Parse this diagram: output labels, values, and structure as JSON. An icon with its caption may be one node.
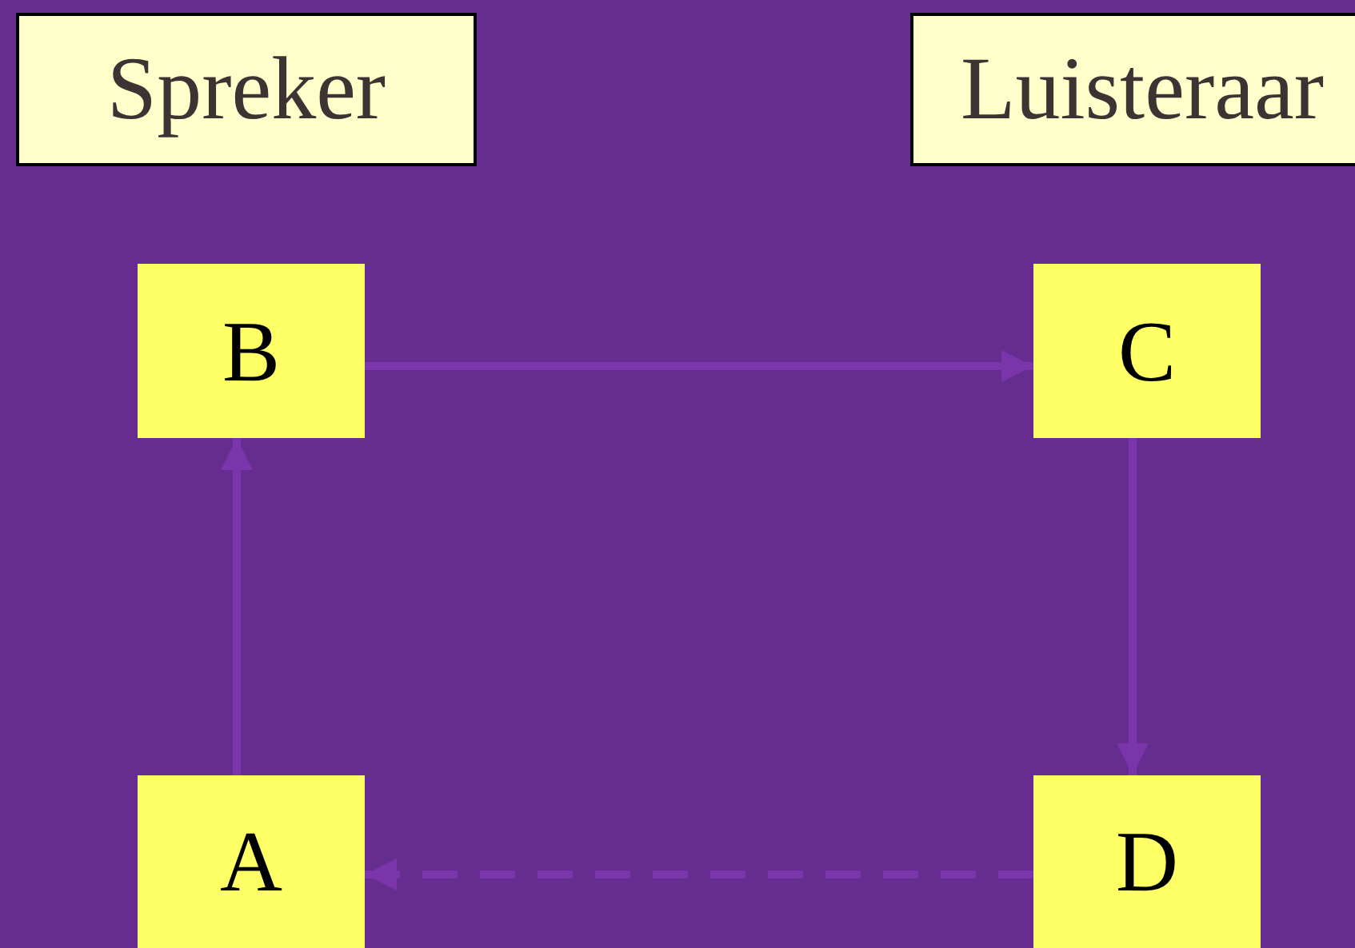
{
  "diagram": {
    "nodes": [
      {
        "text": [
          "Spreker"
        ]
      },
      {
        "text": [
          "Luisteraar"
        ]
      },
      {
        "text": [
          "B"
        ]
      },
      {
        "text": [
          "C"
        ]
      },
      {
        "text": [
          "A"
        ]
      },
      {
        "text": [
          "D"
        ]
      }
    ],
    "edges": [
      {
        "from": 4,
        "to": 2,
        "arrow": "to"
      },
      {
        "from": 2,
        "to": 3,
        "arrow": "to"
      },
      {
        "from": 3,
        "to": 5,
        "arrow": "to"
      },
      {
        "from": 5,
        "to": 4,
        "arrow": "to",
        "style": "dashed"
      }
    ]
  }
}
